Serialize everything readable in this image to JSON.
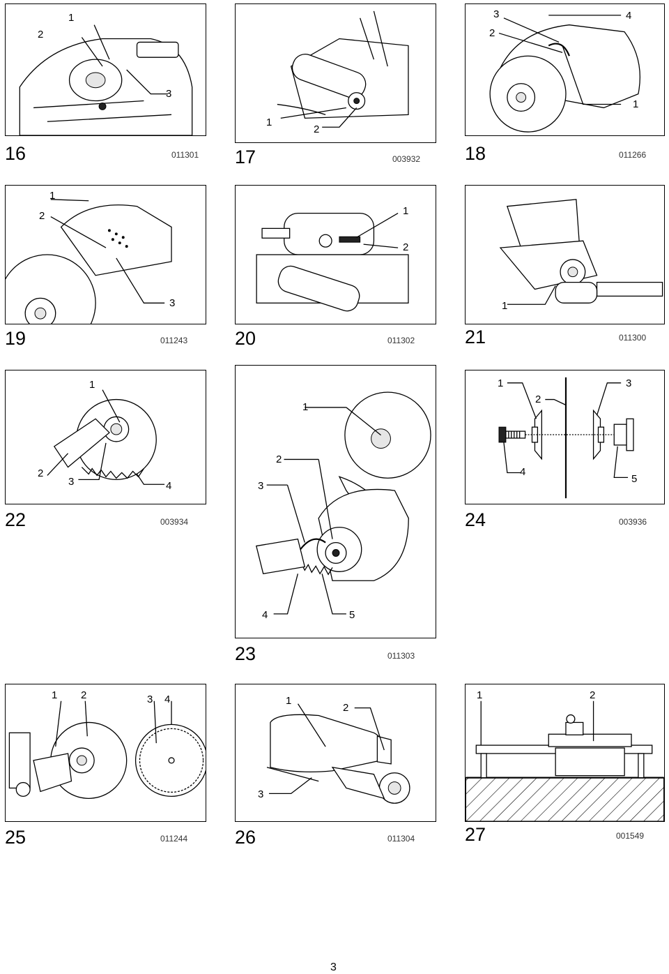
{
  "page_number": "3",
  "figures": [
    {
      "id": "f16",
      "number": "16",
      "code": "011301",
      "callouts": [
        "1",
        "2",
        "3"
      ]
    },
    {
      "id": "f17",
      "number": "17",
      "code": "003932",
      "callouts": [
        "1",
        "2"
      ]
    },
    {
      "id": "f18",
      "number": "18",
      "code": "011266",
      "callouts": [
        "3",
        "4",
        "2",
        "1"
      ]
    },
    {
      "id": "f19",
      "number": "19",
      "code": "011243",
      "callouts": [
        "1",
        "2",
        "3"
      ]
    },
    {
      "id": "f20",
      "number": "20",
      "code": "011302",
      "callouts": [
        "1",
        "2"
      ]
    },
    {
      "id": "f21",
      "number": "21",
      "code": "011300",
      "callouts": [
        "1"
      ]
    },
    {
      "id": "f22",
      "number": "22",
      "code": "003934",
      "callouts": [
        "1",
        "2",
        "3",
        "4"
      ]
    },
    {
      "id": "f23",
      "number": "23",
      "code": "011303",
      "callouts": [
        "1",
        "2",
        "3",
        "4",
        "5"
      ]
    },
    {
      "id": "f24",
      "number": "24",
      "code": "003936",
      "callouts": [
        "1",
        "2",
        "3",
        "4",
        "5"
      ]
    },
    {
      "id": "f25",
      "number": "25",
      "code": "011244",
      "callouts": [
        "1",
        "2",
        "3",
        "4"
      ]
    },
    {
      "id": "f26",
      "number": "26",
      "code": "011304",
      "callouts": [
        "1",
        "2",
        "3"
      ]
    },
    {
      "id": "f27",
      "number": "27",
      "code": "001549",
      "callouts": [
        "1",
        "2"
      ]
    }
  ]
}
